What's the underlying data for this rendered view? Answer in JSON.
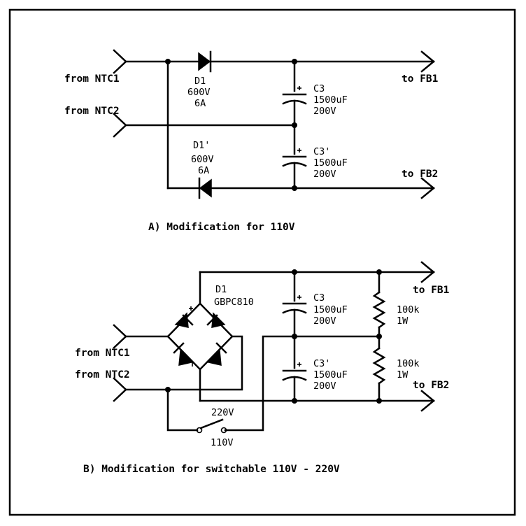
{
  "panel_a": {
    "caption": "A) Modification for 110V",
    "inputs": [
      "from NTC1",
      "from NTC2"
    ],
    "outputs": [
      "to FB1",
      "to FB2"
    ],
    "d1": {
      "name": "D1",
      "voltage": "600V",
      "current": "6A"
    },
    "d1p": {
      "name": "D1'",
      "voltage": "600V",
      "current": "6A"
    },
    "c3": {
      "name": "C3",
      "capacitance": "1500uF",
      "voltage": "200V"
    },
    "c3p": {
      "name": "C3'",
      "capacitance": "1500uF",
      "voltage": "200V"
    }
  },
  "panel_b": {
    "caption": "B) Modification for switchable 110V - 220V",
    "inputs": [
      "from NTC1",
      "from NTC2"
    ],
    "outputs": [
      "to FB1",
      "to FB2"
    ],
    "bridge": {
      "name": "D1",
      "part": "GBPC810"
    },
    "c3": {
      "name": "C3",
      "capacitance": "1500uF",
      "voltage": "200V"
    },
    "c3p": {
      "name": "C3'",
      "capacitance": "1500uF",
      "voltage": "200V"
    },
    "r1": {
      "resistance": "100k",
      "power": "1W"
    },
    "r2": {
      "resistance": "100k",
      "power": "1W"
    },
    "switch": {
      "label_top": "220V",
      "label_bottom": "110V"
    }
  }
}
